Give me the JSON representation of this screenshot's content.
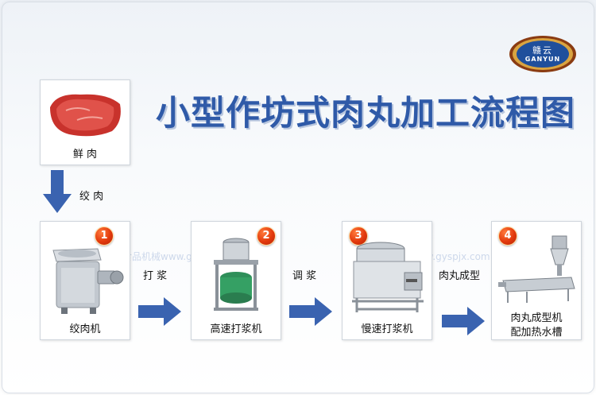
{
  "title": "小型作坊式肉丸加工流程图",
  "logo": {
    "cn": "赣云",
    "en": "GANYUN"
  },
  "raw_material": {
    "label": "鲜  肉"
  },
  "down_arrow_label": "绞  肉",
  "steps": [
    {
      "number": "1",
      "label": "绞肉机"
    },
    {
      "number": "2",
      "label": "高速打浆机"
    },
    {
      "number": "3",
      "label": "慢速打浆机"
    },
    {
      "number": "4",
      "label_line1": "肉丸成型机",
      "label_line2": "配加热水槽"
    }
  ],
  "transitions": [
    "打  浆",
    "调  浆",
    "肉丸成型"
  ],
  "watermark": "赣云食品机械www.gyspjx.com",
  "colors": {
    "title": "#2f5aa8",
    "arrow": "#3a63b0",
    "badge": "#e2390c"
  }
}
